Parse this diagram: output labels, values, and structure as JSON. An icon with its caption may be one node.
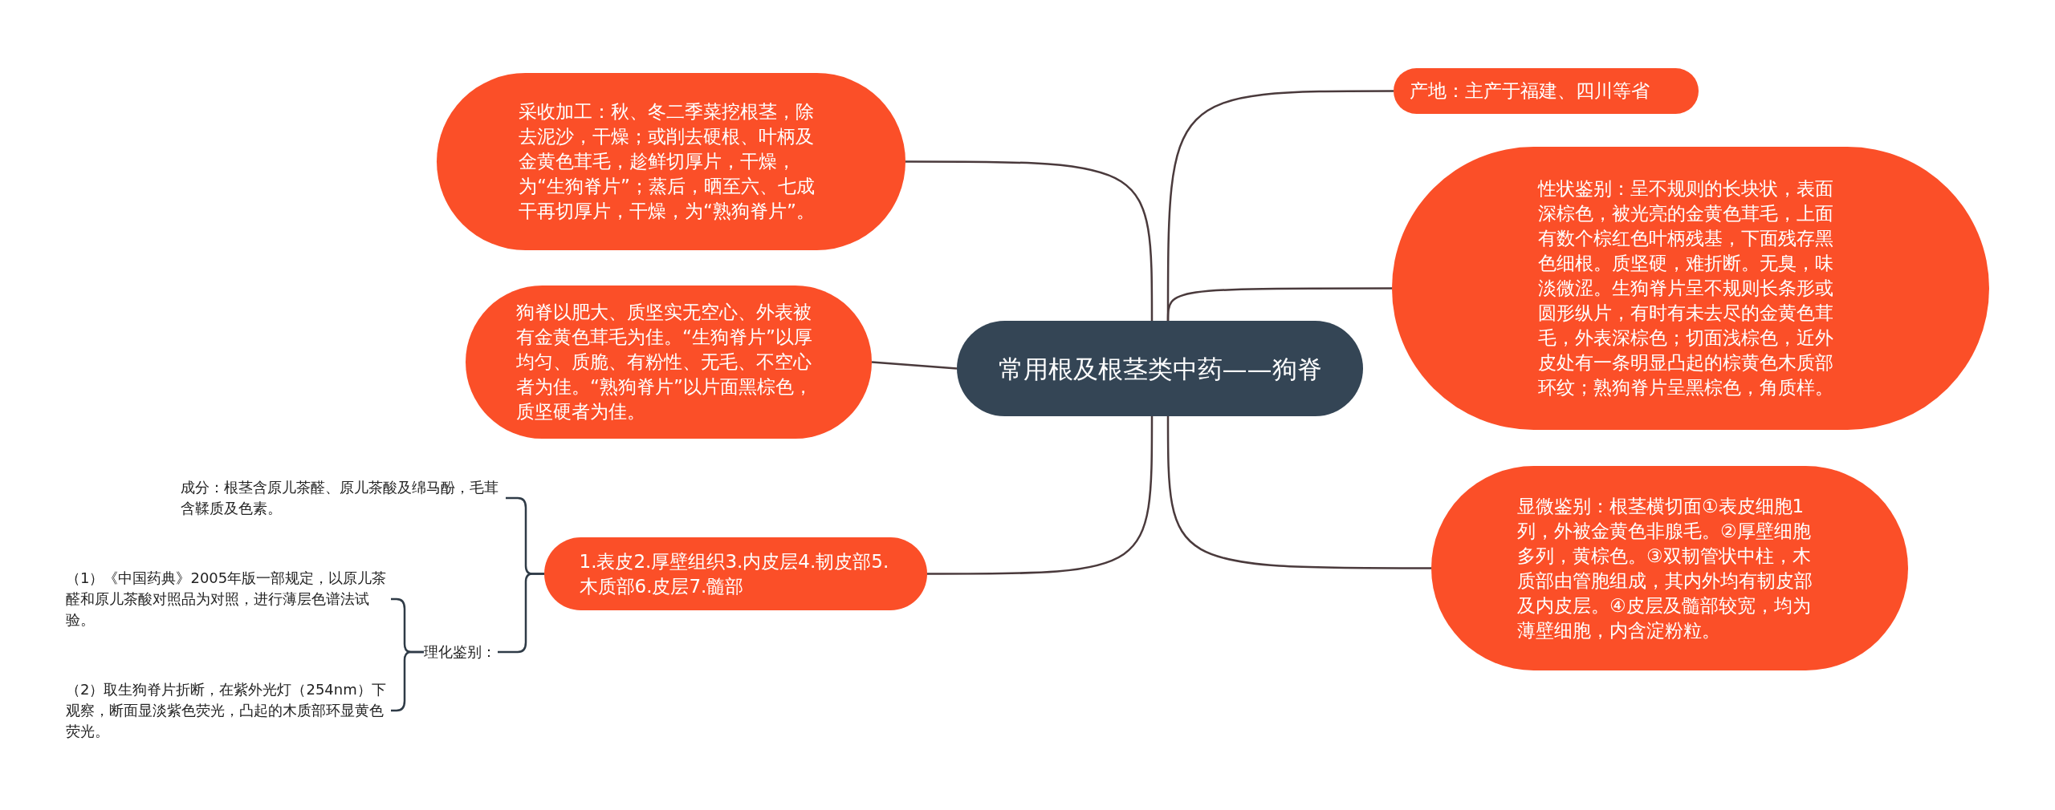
{
  "diagram": {
    "nodes": [
      {
        "text": [
          "常用根及根茎类中药——狗脊"
        ]
      },
      {
        "text": [
          "产地：主产于福建、四川等省"
        ]
      },
      {
        "text": [
          "性状鉴别：呈不规则的长块状，表面深棕色，被光亮的金黄色茸毛，上面有数个棕红色叶柄残基，下面残存黑色细根。质坚硬，难折断。无臭，味淡微涩。生狗脊片呈不规则长条形或圆形纵片，有时有未去尽的金黄色茸毛，外表深棕色；切面浅棕色，近外皮处有一条明显凸起的棕黄色木质部环纹；熟狗脊片呈黑棕色，角质样。"
        ]
      },
      {
        "text": [
          "显微鉴别：根茎横切面①表皮细胞1列，外被金黄色非腺毛。②厚壁细胞多列，黄棕色。③双韧管状中柱，木质部由管胞组成，其内外均有韧皮部及内皮层。④皮层及髓部较宽，均为薄壁细胞，内含淀粉粒。"
        ]
      },
      {
        "text": [
          "采收加工：秋、冬二季菜挖根茎，除去泥沙，干燥；或削去硬根、叶柄及金黄色茸毛，趁鲜切厚片，干燥，为“生狗脊片”；蒸后，晒至六、七成干再切厚片，干燥，为“熟狗脊片”。"
        ]
      },
      {
        "text": [
          "狗脊以肥大、质坚实无空心、外表被有金黄色茸毛为佳。“生狗脊片”以厚均匀、质脆、有粉性、无毛、不空心者为佳。“熟狗脊片”以片面黑棕色，质坚硬者为佳。"
        ]
      },
      {
        "text": [
          "1.表皮2.厚壁组织3.内皮层4.韧皮部5.木质部6.皮层7.髓部"
        ]
      },
      {
        "text": [
          "成分：根茎含原儿茶醛、原儿茶酸及绵马酚，毛茸含鞣质及色素。"
        ]
      },
      {
        "text": [
          "理化鉴别："
        ]
      },
      {
        "text": [
          "（1）《中国药典》2005年版一部规定，以原儿茶醛和原儿茶酸对照品为对照，进行薄层色谱法试验。"
        ]
      },
      {
        "text": [
          "（2）取生狗脊片折断，在紫外光灯（254nm）下观察，断面显淡紫色荧光，凸起的木质部环显黄色荧光。"
        ]
      }
    ],
    "edges": [
      {
        "from": 0,
        "to": 1,
        "arrow": "none"
      },
      {
        "from": 0,
        "to": 2,
        "arrow": "none"
      },
      {
        "from": 0,
        "to": 3,
        "arrow": "none"
      },
      {
        "from": 0,
        "to": 4,
        "arrow": "none"
      },
      {
        "from": 0,
        "to": 5,
        "arrow": "none"
      },
      {
        "from": 0,
        "to": 6,
        "arrow": "none"
      },
      {
        "from": 6,
        "to": 7,
        "arrow": "none"
      },
      {
        "from": 6,
        "to": 8,
        "arrow": "none"
      },
      {
        "from": 8,
        "to": 9,
        "arrow": "none"
      },
      {
        "from": 8,
        "to": 10,
        "arrow": "none"
      }
    ]
  }
}
